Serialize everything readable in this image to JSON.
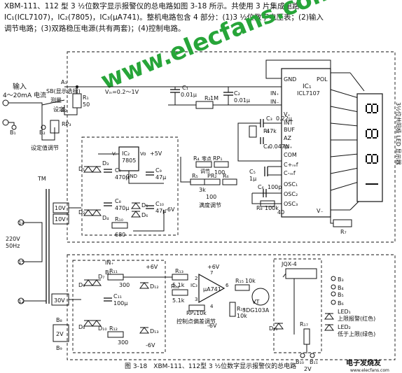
{
  "intro": {
    "line1": "XBM-111、112 型 3 ½位数字显示报警仪的总电路如图 3-18 所示。共使用 3 片集成电路：",
    "line2": "IC₁(ICL7107)，IC₂(7805)，IC₃(μA741)。整机电路包含 4 部分：(1)3 ½位数字电压表；(2)输入",
    "line3": "调节电路；(3)双路稳压电源(共有两套)；(4)控制电路。"
  },
  "watermark": "www.elecfans.com",
  "caption": "图 3-18　XBM-111、112型 3 ½位数字显示报警仪的总电路",
  "corner_logo": "电子发烧友",
  "corner_url": "www.elecfans.com",
  "colors": {
    "ink": "#111111",
    "watermark": "#27a539",
    "paper": "#ffffff"
  },
  "labels": {
    "input": "输入",
    "input_range": "4～20mA 电流",
    "sb": "SB(显示选择)",
    "measure": "测量",
    "setting": "设定",
    "a1": "A₁",
    "a2": "A₂",
    "b1": "B₁",
    "b2": "B₂",
    "rp3": "RP₃",
    "setting_adjust": "设定值调节",
    "r1": "R₁",
    "r1v": "50",
    "vin": "Vᵢₙ=0.2～1V",
    "c1": "C₁",
    "c1v": "0.01μ",
    "r2": "R₂",
    "r2v": "1M",
    "c2": "C₂",
    "c2v": "0.01μ",
    "in_hi": "IN₊",
    "in_lo": "IN₋",
    "c3": "C₃",
    "c3v": "0.22μ",
    "r3": "R₃",
    "r3v": "47k",
    "c4": "C₄",
    "c4v": "0.047μ",
    "com": "COM",
    "c5": "C₅",
    "c5v": "1μ",
    "osc1": "OSC₁",
    "osc2": "OSC₂",
    "osc3": "OSC₃",
    "c6": "C₆",
    "c6v": "100p",
    "r8": "R₈",
    "r8v": "100k",
    "pin40": "40",
    "gnd_pin": "GND",
    "pol": "POL",
    "ic1": "IC₁",
    "ic1_name": "ICL7107",
    "vplus_pin": "V₊",
    "vminus_pin": "V₋",
    "int_pin": "INT",
    "buf_pin": "BUF",
    "az_pin": "AZ",
    "cref_pos": "C+ᵣₑf",
    "cref_neg": "C-ᵣₑf",
    "display_label": "3½位共阳极 LED 显示器",
    "r7": "R₇",
    "r4": "R₄",
    "r4v": "100",
    "zero": "零点",
    "zero_adj": "调节",
    "rp1": "RP₁",
    "rp1v": "100",
    "r5": "R₅",
    "pr2": "PR₂",
    "pr2v": "3k",
    "r6": "R₆",
    "r6v": "100",
    "full_scale": "满度调节",
    "ic2": "IC₂",
    "ic2_name": "7805",
    "vi": "Vᵢ",
    "vo": "Vo",
    "gnd": "GND",
    "plus5v": "+5V",
    "minus6v": "-6V",
    "c7": "C₇",
    "c7v": "470μ",
    "c8": "C₈",
    "c8v": "470μ",
    "c9": "C₉",
    "c9v": "47μ",
    "c10": "C₁₀",
    "c10v": "47μ",
    "d1": "D₁",
    "d2": "D₂",
    "d3": "D₃",
    "d4": "D₄",
    "d5": "D₅",
    "d6": "D₆",
    "r10": "R₁₀",
    "r10v": "680",
    "tm": "TM",
    "v10a": "10V",
    "v10b": "10V",
    "v30": "30V",
    "v2": "2V",
    "mains": "220V",
    "mains_freq": "50Hz",
    "t14": "14",
    "t15": "15",
    "t12": "12",
    "r11": "R₁₁",
    "r11v": "300",
    "r12": "R₁₂",
    "r12v": "300",
    "c11": "C₁₁",
    "c11v": "100μ",
    "d7": "D₇",
    "d8": "D₈",
    "d9": "D₉",
    "d10": "D₁₀",
    "d12": "D₁₂",
    "d13": "D₁₃",
    "plus6v": "+6V",
    "minus6v2": "-6V",
    "r13": "R₁₃",
    "r13v": "5.1k",
    "r14": "R₁₄",
    "r14v": "5.1k",
    "ic3": "IC₃",
    "ic3_name": "μA741",
    "plus6v_b": "+6V",
    "minus6v_b": "-6V",
    "rp4": "RP₄",
    "rp4v": "10k",
    "offset_adj": "控制点偏差调节",
    "r15": "R₁₅",
    "r15v": "10k",
    "r16": "R₁₆",
    "r16v": "10k",
    "vt": "VT",
    "vt_name": "3DG103A",
    "d11": "D₁₁",
    "jqx": "JQX-4",
    "r17": "R₁₇",
    "b3": "B₃",
    "b4": "B₄",
    "b5": "B₅",
    "b6": "B₆",
    "led1": "LED₁",
    "led1_desc": "上限报警(红色)",
    "led2": "LED₂",
    "led2_desc": "低于上限(绿色)",
    "b10": "B₁₀",
    "b11": "B₁₁",
    "v2b": "2V",
    "pin2": "2",
    "pin3": "3",
    "pin6": "6",
    "pin7": "7",
    "pin4": "4",
    "in_plus2": "IN₊",
    "b8": "B₈",
    "b9": "B₉"
  }
}
